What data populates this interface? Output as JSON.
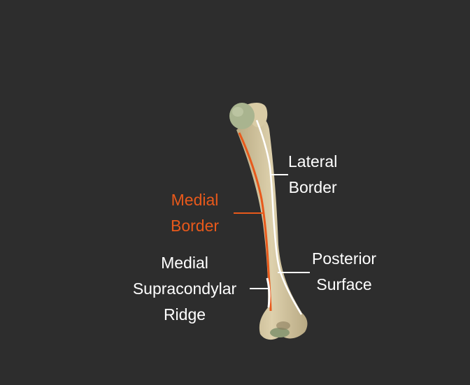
{
  "labels": {
    "lateral_border": [
      "Lateral",
      "Border"
    ],
    "medial_border": [
      "Medial",
      "Border"
    ],
    "posterior_surface": [
      "Posterior",
      "Surface"
    ],
    "medial_supracondylar_ridge": [
      "Medial",
      "Supracondylar",
      "Ridge"
    ]
  },
  "colors": {
    "background": "#2d2d2d",
    "bone": "#d6c9a3",
    "highlight": "#e8591b",
    "line": "#ffffff"
  }
}
